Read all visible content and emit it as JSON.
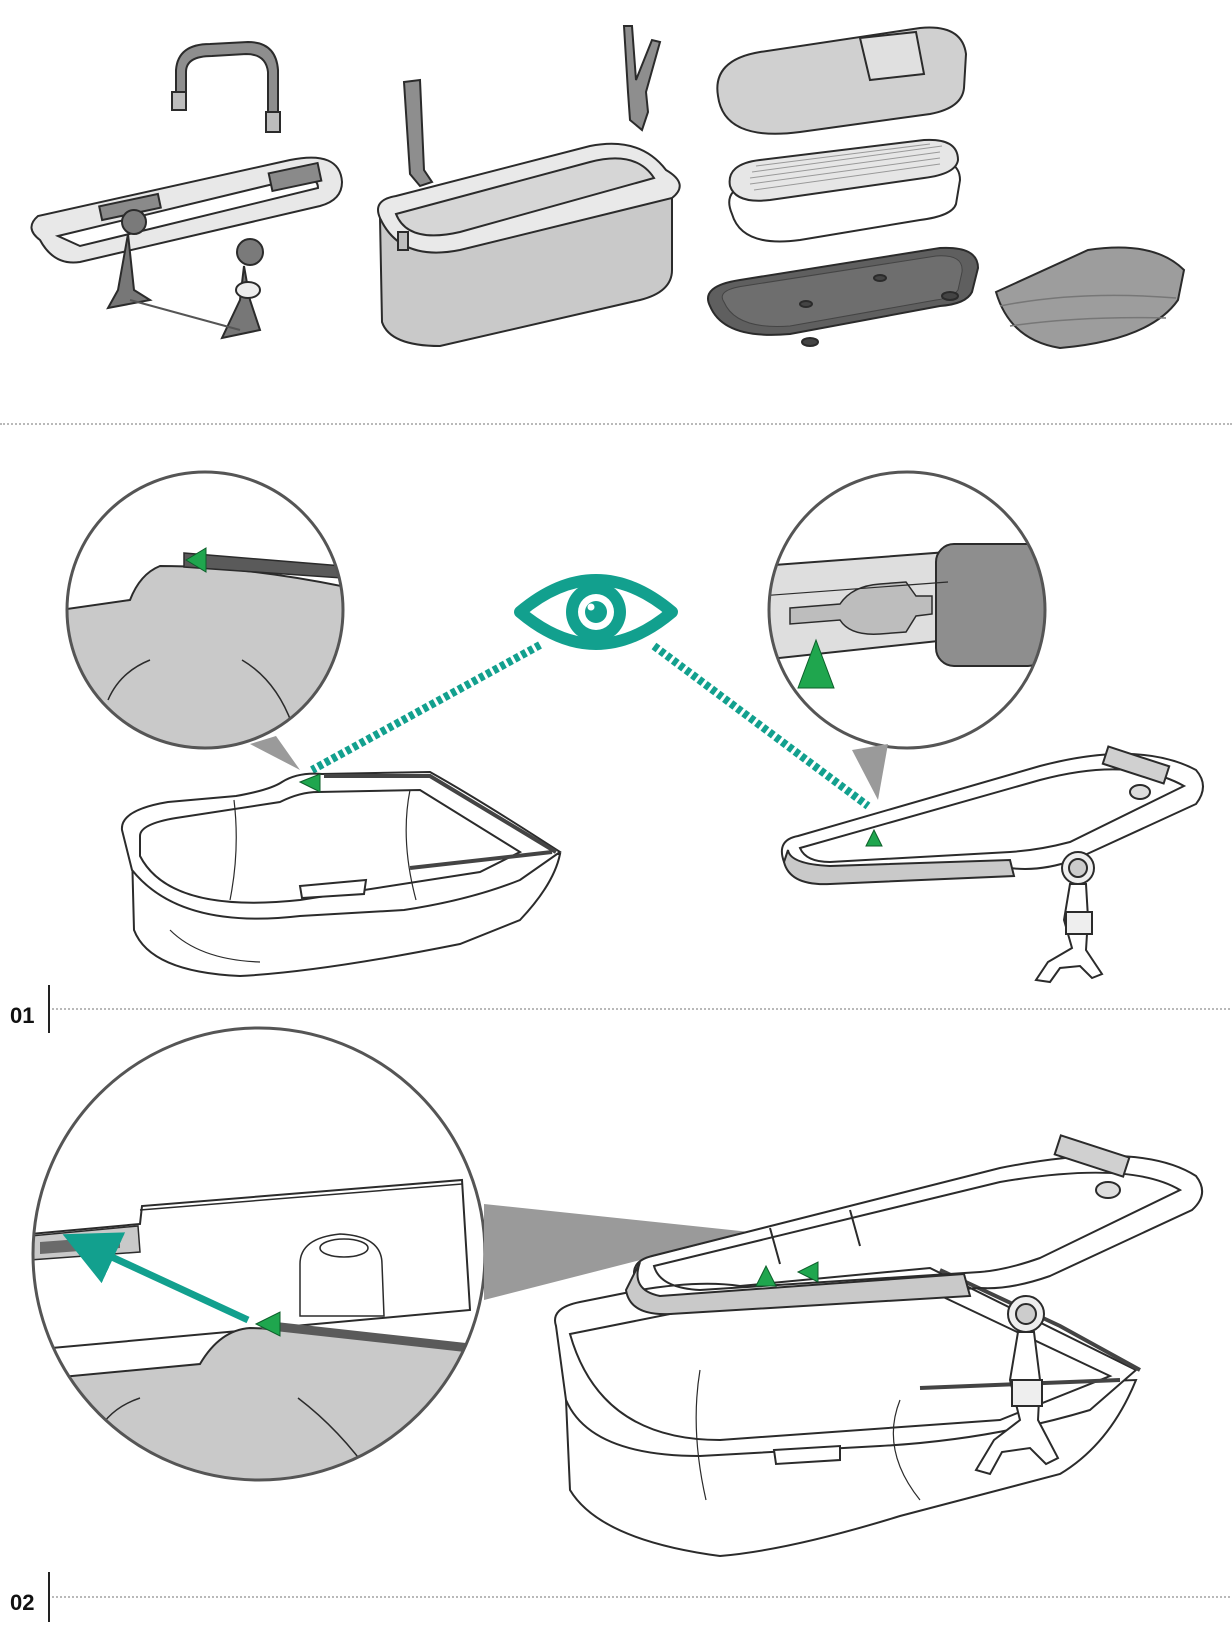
{
  "steps": [
    {
      "number": "01"
    },
    {
      "number": "02"
    }
  ],
  "parts": [
    {
      "name": "carrycot-frame"
    },
    {
      "name": "handle-bar"
    },
    {
      "name": "side-stay"
    },
    {
      "name": "fabric-shell"
    },
    {
      "name": "y-support"
    },
    {
      "name": "mattress-cover"
    },
    {
      "name": "mattress"
    },
    {
      "name": "base-plate"
    },
    {
      "name": "apron"
    }
  ],
  "icons": {
    "eye": "eye-icon",
    "pointer": "green-triangle-marker",
    "arrow": "teal-arrow"
  },
  "colors": {
    "accent_teal": "#12a08e",
    "marker_green": "#1fa64e",
    "line": "#2b2b2b",
    "fabric_grey": "#c9c9c9",
    "dark_grey": "#5f5f5f"
  }
}
